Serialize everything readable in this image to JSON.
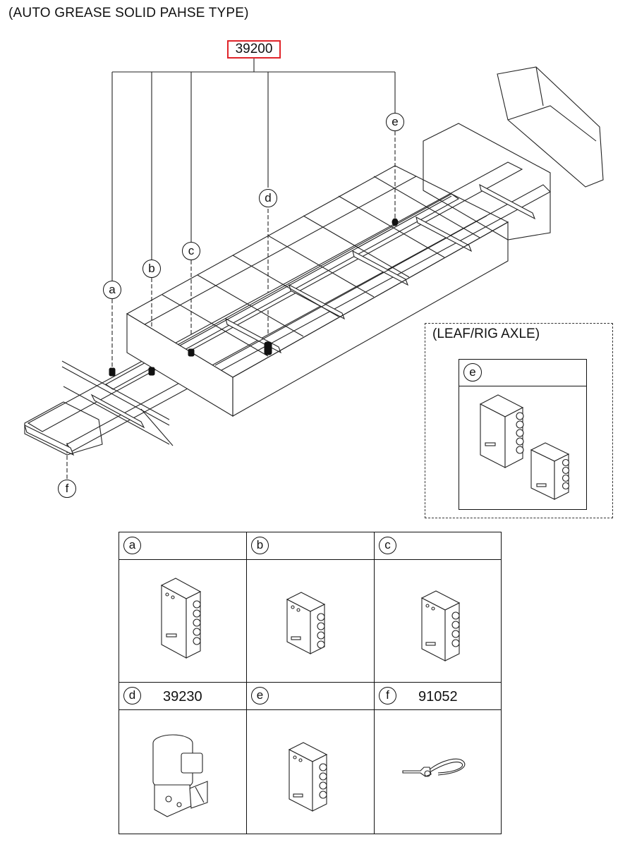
{
  "page": {
    "title": "(AUTO GREASE SOLID PAHSE TYPE)"
  },
  "assembly": {
    "part_number": "39200"
  },
  "callouts": {
    "a": "a",
    "b": "b",
    "c": "c",
    "d": "d",
    "e": "e",
    "f": "f"
  },
  "leaf_rig_axle": {
    "title": "(LEAF/RIG AXLE)",
    "callout": "e"
  },
  "parts_table": {
    "cells": [
      {
        "callout": "a",
        "part_number": ""
      },
      {
        "callout": "b",
        "part_number": ""
      },
      {
        "callout": "c",
        "part_number": ""
      },
      {
        "callout": "d",
        "part_number": "39230"
      },
      {
        "callout": "e",
        "part_number": ""
      },
      {
        "callout": "f",
        "part_number": "91052"
      }
    ]
  },
  "colors": {
    "highlight_border": "#e0242a",
    "line": "#111111"
  }
}
